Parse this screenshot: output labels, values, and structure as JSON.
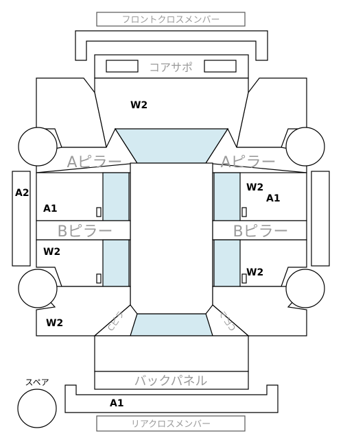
{
  "labels": {
    "front_cross_member": "フロントクロスメンバー",
    "core_support": "コアサポ",
    "a_pillar": "Aピラー",
    "b_pillar": "Bピラー",
    "back_panel": "バックパネル",
    "rear_cross_member": "リアクロスメンバー",
    "spare": "スペア",
    "c_pillar": "Cピラ"
  },
  "marks": {
    "w2": "W2",
    "a1": "A1",
    "a2": "A2"
  },
  "colors": {
    "glass": "#d4eaf1",
    "outline": "#000000",
    "label_gray": "#9a9a9a"
  }
}
